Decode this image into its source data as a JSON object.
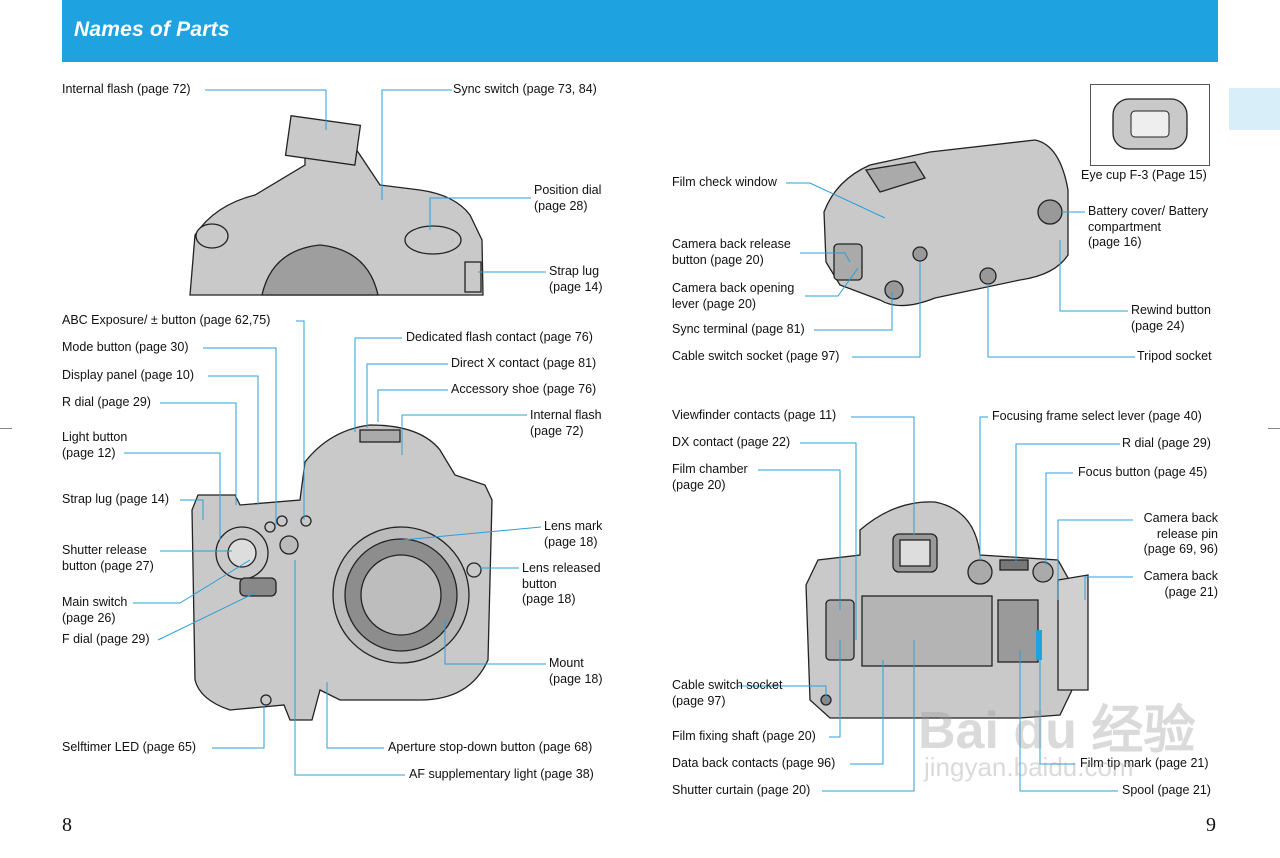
{
  "header": {
    "title": "Names of Parts"
  },
  "page_numbers": {
    "left": "8",
    "right": "9"
  },
  "left_top": {
    "internal_flash": "Internal flash (page 72)",
    "sync_switch": "Sync switch (page 73, 84)",
    "position_dial_1": "Position dial",
    "position_dial_2": "(page 28)",
    "strap_lug_1": "Strap lug",
    "strap_lug_2": "(page 14)"
  },
  "left_main": {
    "abc_exposure": "ABC Exposure/ ± button (page 62,75)",
    "mode_button": "Mode button (page 30)",
    "display_panel": "Display panel (page 10)",
    "r_dial": "R dial (page 29)",
    "light_button_1": "Light button",
    "light_button_2": "(page 12)",
    "strap_lug": "Strap lug (page 14)",
    "shutter_release_1": "Shutter release",
    "shutter_release_2": "button (page 27)",
    "main_switch_1": "Main switch",
    "main_switch_2": "(page 26)",
    "f_dial": "F dial (page 29)",
    "selftimer_led": "Selftimer LED (page 65)",
    "dedicated_flash": "Dedicated flash contact (page 76)",
    "direct_x": "Direct X contact (page 81)",
    "accessory_shoe": "Accessory shoe (page 76)",
    "internal_flash_1": "Internal flash",
    "internal_flash_2": "(page 72)",
    "lens_mark_1": "Lens mark",
    "lens_mark_2": "(page 18)",
    "lens_release_1": "Lens released",
    "lens_release_2": "button",
    "lens_release_3": "(page 18)",
    "mount_1": "Mount",
    "mount_2": "(page 18)",
    "aperture_stop": "Aperture stop-down button (page 68)",
    "af_light": "AF supplementary light (page 38)"
  },
  "right_top": {
    "eye_cup": "Eye cup F-3 (Page 15)",
    "film_check": "Film check window",
    "camera_back_release_1": "Camera back release",
    "camera_back_release_2": "button (page 20)",
    "camera_back_opening_1": "Camera back opening",
    "camera_back_opening_2": "lever (page 20)",
    "sync_terminal": "Sync terminal (page 81)",
    "cable_switch_socket": "Cable switch socket (page 97)",
    "battery_cover_1": "Battery cover/ Battery",
    "battery_cover_2": "compartment",
    "battery_cover_3": "(page 16)",
    "rewind_1": "Rewind button",
    "rewind_2": "(page 24)",
    "tripod": "Tripod socket"
  },
  "right_bottom": {
    "viewfinder_contacts": "Viewfinder contacts (page 11)",
    "dx_contact": "DX contact (page 22)",
    "film_chamber_1": "Film chamber",
    "film_chamber_2": "(page 20)",
    "cable_socket_1": "Cable switch socket",
    "cable_socket_2": "(page 97)",
    "film_fixing": "Film fixing shaft (page 20)",
    "data_back": "Data back contacts (page 96)",
    "shutter_curtain": "Shutter curtain (page 20)",
    "focusing_frame": "Focusing frame select lever (page 40)",
    "r_dial": "R dial (page 29)",
    "focus_button": "Focus button (page 45)",
    "back_release_pin_1": "Camera back",
    "back_release_pin_2": "release pin",
    "back_release_pin_3": "(page 69, 96)",
    "camera_back_1": "Camera back",
    "camera_back_2": "(page 21)",
    "film_tip": "Film tip mark (page 21)",
    "spool": "Spool (page 21)"
  },
  "watermark": {
    "main": "Bai du 经验",
    "url": "jingyan.baidu.com"
  },
  "colors": {
    "accent": "#1ea3e0",
    "leader": "#2a9fd8"
  }
}
